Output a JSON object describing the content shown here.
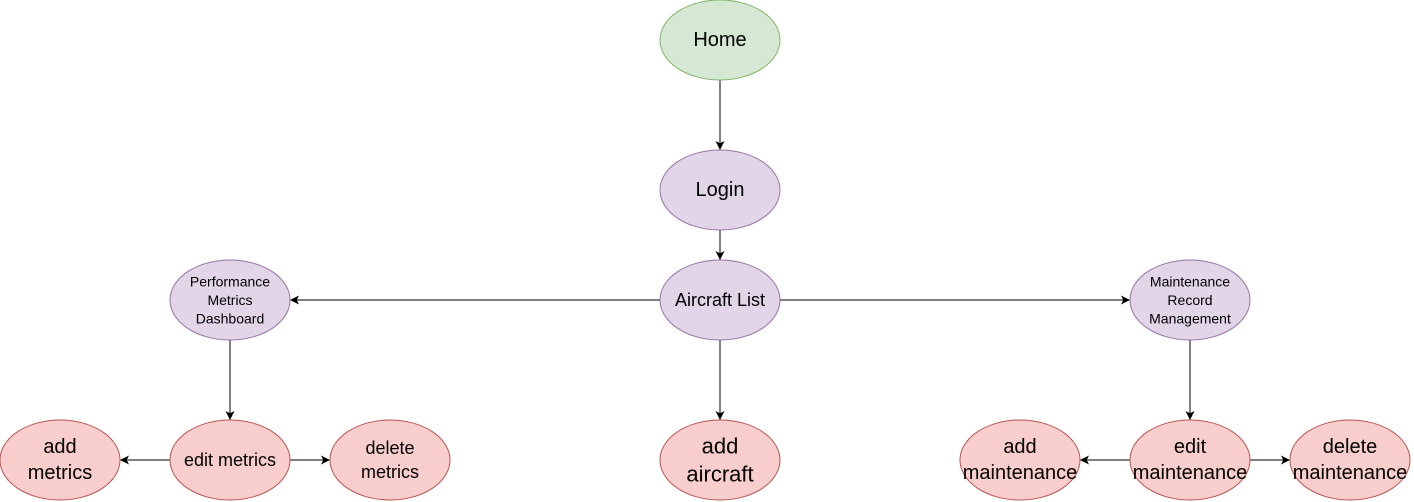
{
  "diagram": {
    "colors": {
      "green_fill": "#d5e8d4",
      "green_stroke": "#82b366",
      "purple_fill": "#e1d5e7",
      "purple_stroke": "#9673a6",
      "red_fill": "#f8cecc",
      "red_stroke": "#b85450",
      "edge": "#000000"
    },
    "nodes": {
      "home": {
        "lines": [
          "Home"
        ],
        "color": "green"
      },
      "login": {
        "lines": [
          "Login"
        ],
        "color": "purple"
      },
      "aircraft_list": {
        "lines": [
          "Aircraft List"
        ],
        "color": "purple"
      },
      "performance": {
        "lines": [
          "Performance",
          "Metrics",
          "Dashboard"
        ],
        "color": "purple"
      },
      "maintenance": {
        "lines": [
          "Maintenance",
          "Record",
          "Management"
        ],
        "color": "purple"
      },
      "add_metrics": {
        "lines": [
          "add",
          "metrics"
        ],
        "color": "red"
      },
      "edit_metrics": {
        "lines": [
          "edit metrics"
        ],
        "color": "red"
      },
      "delete_metrics": {
        "lines": [
          "delete",
          "metrics"
        ],
        "color": "red"
      },
      "add_aircraft": {
        "lines": [
          "add",
          "aircraft"
        ],
        "color": "red"
      },
      "add_maintenance": {
        "lines": [
          "add",
          "maintenance"
        ],
        "color": "red"
      },
      "edit_maintenance": {
        "lines": [
          "edit",
          "maintenance"
        ],
        "color": "red"
      },
      "delete_maintenance": {
        "lines": [
          "delete",
          "maintenance"
        ],
        "color": "red"
      }
    },
    "edges": [
      {
        "from": "home",
        "to": "login"
      },
      {
        "from": "login",
        "to": "aircraft_list"
      },
      {
        "from": "aircraft_list",
        "to": "performance"
      },
      {
        "from": "aircraft_list",
        "to": "maintenance"
      },
      {
        "from": "aircraft_list",
        "to": "add_aircraft"
      },
      {
        "from": "performance",
        "to": "edit_metrics"
      },
      {
        "from": "edit_metrics",
        "to": "add_metrics"
      },
      {
        "from": "edit_metrics",
        "to": "delete_metrics"
      },
      {
        "from": "maintenance",
        "to": "edit_maintenance"
      },
      {
        "from": "edit_maintenance",
        "to": "add_maintenance"
      },
      {
        "from": "edit_maintenance",
        "to": "delete_maintenance"
      }
    ]
  }
}
